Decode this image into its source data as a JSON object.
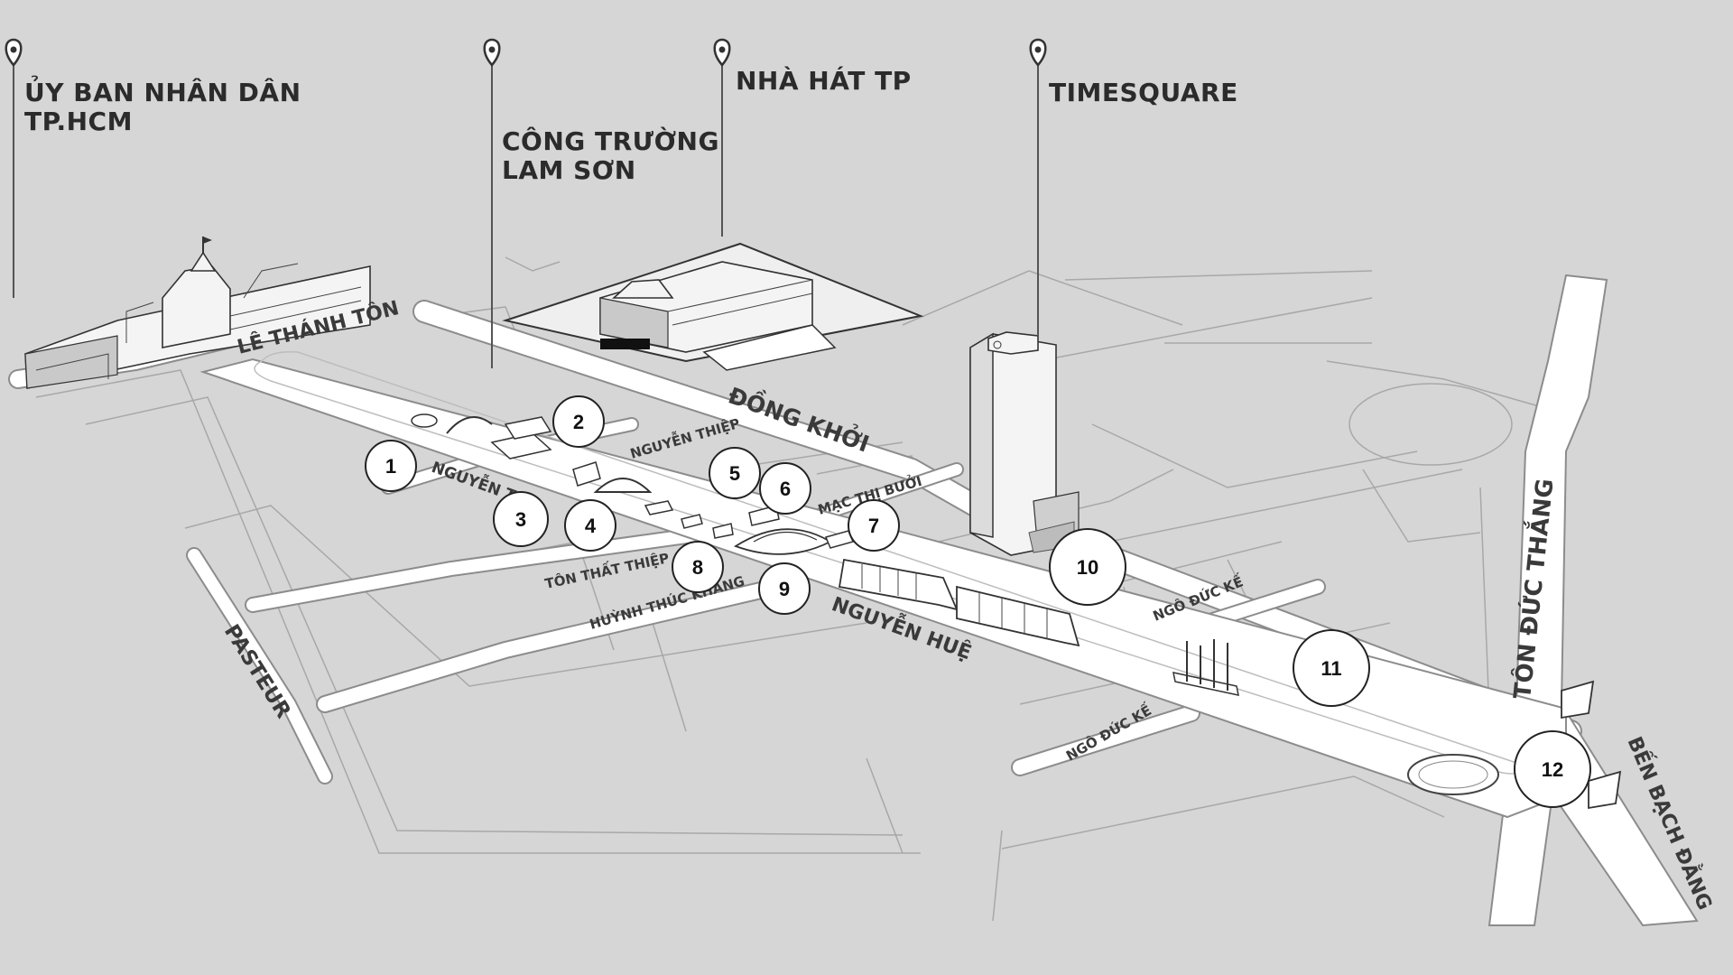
{
  "landmarks": [
    {
      "id": "ubnd",
      "lines": [
        "ỦY BAN NHÂN DÂN",
        "TP.HCM"
      ]
    },
    {
      "id": "lamson",
      "lines": [
        "CÔNG TRƯỜNG",
        "LAM SƠN"
      ]
    },
    {
      "id": "nhahat",
      "lines": [
        "NHÀ HÁT TP"
      ]
    },
    {
      "id": "timesquare",
      "lines": [
        "TIMESQUARE"
      ]
    }
  ],
  "streets": {
    "le_thanh_ton": "LÊ THÁNH TÔN",
    "dong_khoi": "ĐỒNG KHỞI",
    "nguyen_thiep_1": "NGUYỄN THIỆP",
    "nguyen_thiep_2": "NGUYỄN T",
    "mac_thi_buoi": "MẠC THỊ BƯỞI",
    "ton_that_thiep": "TÔN THẤT THIỆP",
    "huynh_thuc_khang": "HUỲNH THÚC KHÁNG",
    "nguyen_hue": "NGUYỄN HUỆ",
    "pasteur": "PASTEUR",
    "ngo_duc_ke_1": "NGÔ ĐỨC KẾ",
    "ngo_duc_ke_2": "NGÔ ĐỨC KẾ",
    "ton_duc_thang": "TÔN ĐỨC THẮNG",
    "ben_bach_dang": "BẾN BẠCH ĐẰNG"
  },
  "markers": [
    "1",
    "2",
    "3",
    "4",
    "5",
    "6",
    "7",
    "8",
    "9",
    "10",
    "11",
    "12"
  ]
}
